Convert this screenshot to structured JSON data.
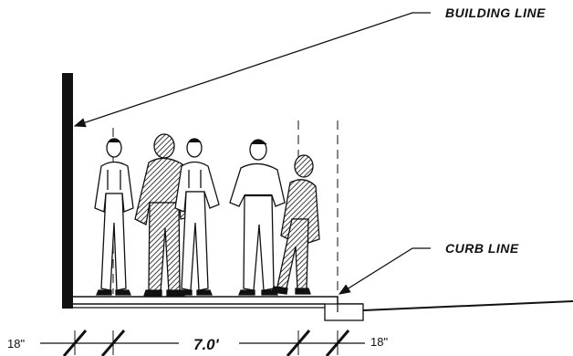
{
  "callouts": {
    "building_line": "BUILDING LINE",
    "curb_line": "CURB LINE"
  },
  "dimensions": {
    "left_buffer": "18\"",
    "clear_path": "7.0'",
    "right_buffer": "18\""
  },
  "figures": [
    {
      "name": "pedestrian-1",
      "style": "outline"
    },
    {
      "name": "pedestrian-2",
      "style": "hatched"
    },
    {
      "name": "pedestrian-3",
      "style": "outline"
    },
    {
      "name": "pedestrian-4",
      "style": "outline-back"
    },
    {
      "name": "pedestrian-5",
      "style": "hatched"
    }
  ],
  "colors": {
    "ink": "#111111",
    "paper": "#ffffff"
  }
}
